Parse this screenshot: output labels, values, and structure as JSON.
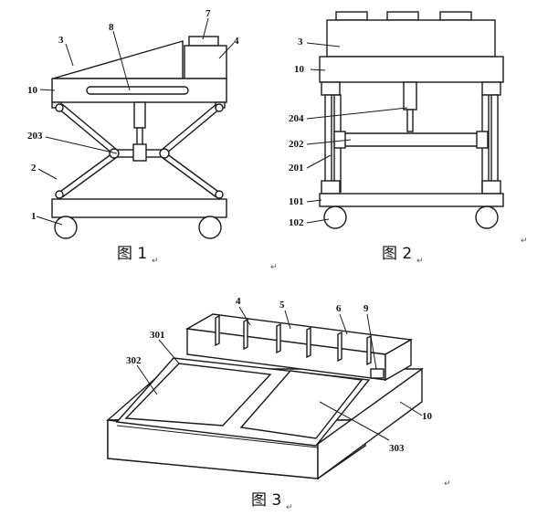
{
  "figures": [
    {
      "caption": "图 1",
      "caption_mark": "↵",
      "labels": [
        "3",
        "8",
        "7",
        "4",
        "10",
        "203",
        "2",
        "1"
      ]
    },
    {
      "caption": "图 2",
      "caption_mark": "↵",
      "labels": [
        "3",
        "10",
        "204",
        "202",
        "201",
        "101",
        "102"
      ]
    },
    {
      "caption": "图 3",
      "caption_mark": "↵",
      "labels": [
        "4",
        "5",
        "6",
        "9",
        "301",
        "302",
        "10",
        "303"
      ]
    }
  ],
  "stray_marks": [
    "↵",
    "↵",
    "↵"
  ],
  "colors": {
    "line": "#1a1a1a",
    "background": "#ffffff"
  }
}
